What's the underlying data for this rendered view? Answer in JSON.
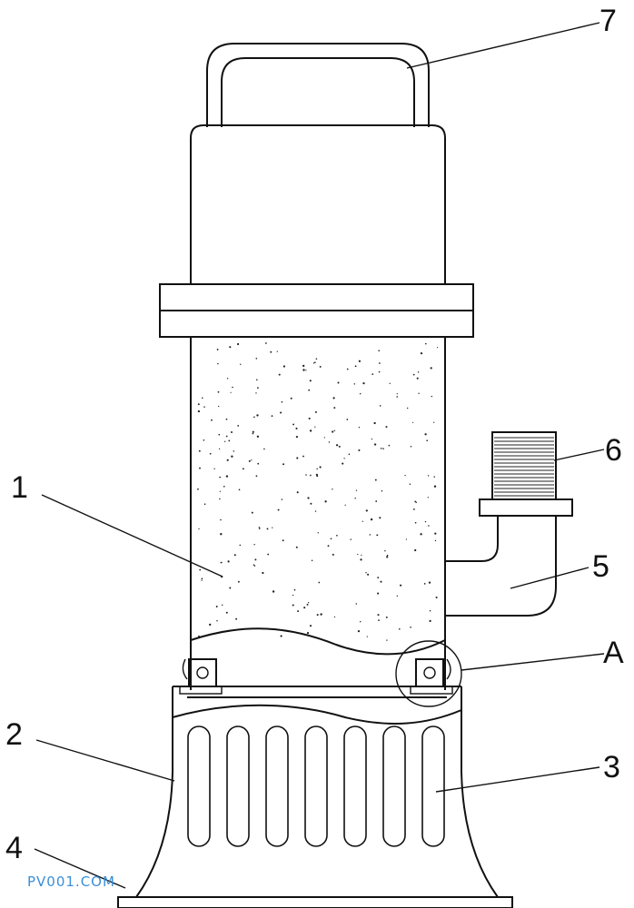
{
  "labels": {
    "l1": "1",
    "l2": "2",
    "l3": "3",
    "l4": "4",
    "l5": "5",
    "l6": "6",
    "l7": "7",
    "lA": "A"
  },
  "watermark": "PV001.COM"
}
